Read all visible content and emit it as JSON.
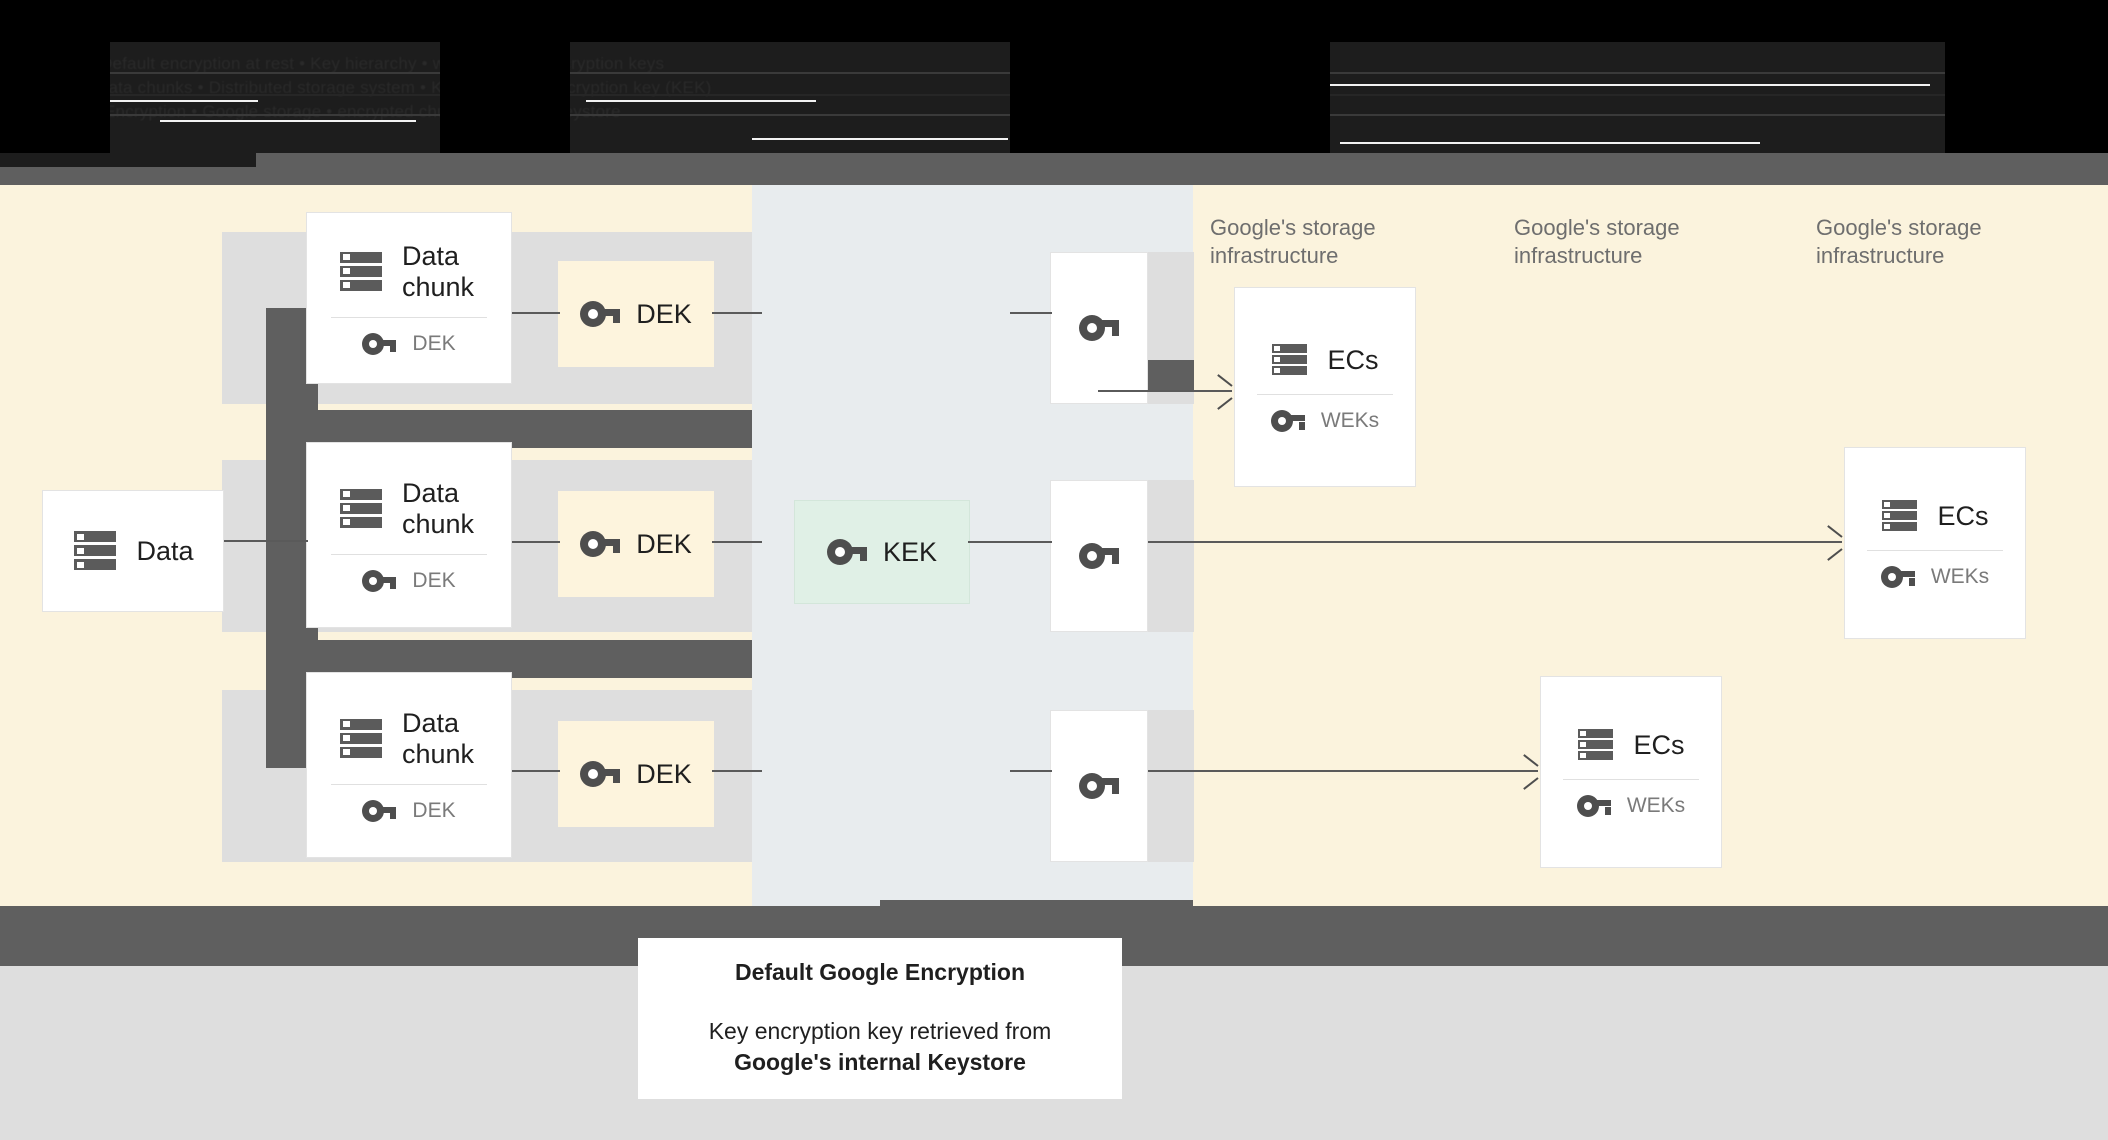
{
  "header": {
    "obscured": true,
    "note": "top banner text is redacted / illegible",
    "lines": [
      "Default encryption at rest  •  Key hierarchy  •  wrapped data encryption keys",
      "Data chunks  •  Distributed storage system  •  Keystore  •  key encryption key (KEK)",
      "Encryption  •  Google storage  •  encrypted chunks  •  internal Keystore"
    ]
  },
  "diagram": {
    "data_box": {
      "label": "Data",
      "icon": "server-icon"
    },
    "chunks": [
      {
        "title": "Data chunk",
        "key_label": "DEK",
        "key_icon": "key-icon",
        "icon": "server-icon"
      },
      {
        "title": "Data chunk",
        "key_label": "DEK",
        "key_icon": "key-icon",
        "icon": "server-icon"
      },
      {
        "title": "Data chunk",
        "key_label": "DEK",
        "key_icon": "key-icon",
        "icon": "server-icon"
      }
    ],
    "deks": [
      {
        "label": "DEK",
        "icon": "key-icon"
      },
      {
        "label": "DEK",
        "icon": "key-icon"
      },
      {
        "label": "DEK",
        "icon": "key-icon"
      }
    ],
    "kek": {
      "label": "KEK",
      "icon": "key-icon"
    },
    "wrapped_keys": [
      {
        "icon": "wrapped-key-icon"
      },
      {
        "icon": "wrapped-key-icon"
      },
      {
        "icon": "wrapped-key-icon"
      }
    ],
    "infra_labels": [
      "Google's storage infrastructure",
      "Google's storage infrastructure",
      "Google's storage infrastructure"
    ],
    "ec_boxes": [
      {
        "title": "ECs",
        "key_label": "WEKs",
        "icon": "server-icon",
        "key_icon": "wrapped-key-icon"
      },
      {
        "title": "ECs",
        "key_label": "WEKs",
        "icon": "server-icon",
        "key_icon": "wrapped-key-icon"
      },
      {
        "title": "ECs",
        "key_label": "WEKs",
        "icon": "server-icon",
        "key_icon": "wrapped-key-icon"
      }
    ]
  },
  "caption": {
    "title": "Default Google Encryption",
    "body_line1": "Key encryption key retrieved from",
    "body_line2": "Google's internal Keystore"
  },
  "colors": {
    "cream": "#fbf3dd",
    "key_cream": "#fdf4dd",
    "mint": "#e0f0e6",
    "mid_panel": "#e8ecee",
    "redaction_gray": "#5f5f5f",
    "shade_gray": "#dedede",
    "icon_gray": "#5b5b5b",
    "muted_text": "#7a7a7a"
  }
}
